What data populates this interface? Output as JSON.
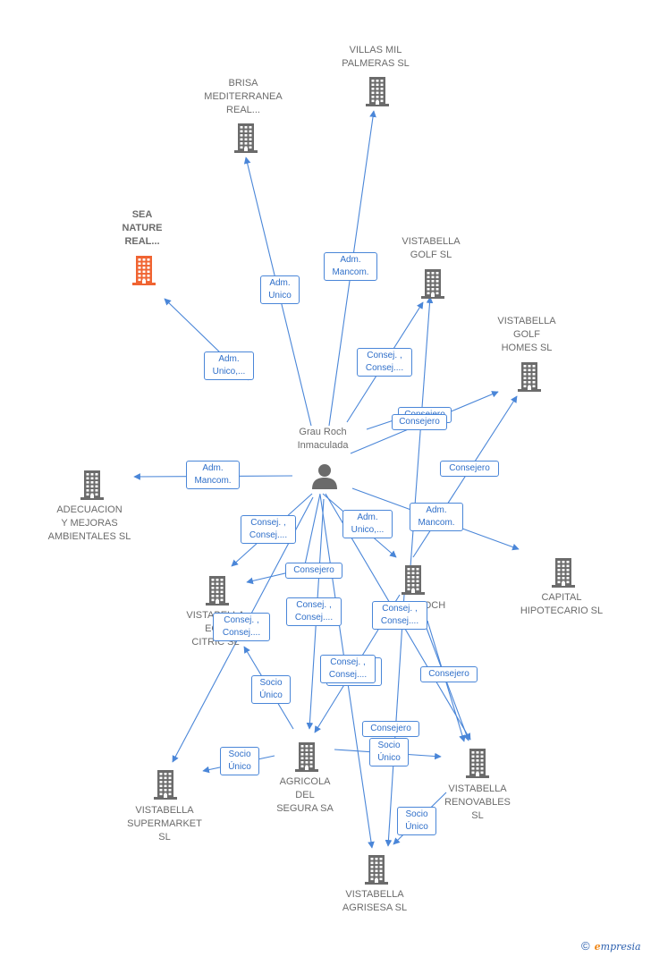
{
  "center": {
    "lines": [
      "Grau Roch",
      "Inmaculada"
    ]
  },
  "companies": [
    {
      "id": "villas",
      "lines": [
        "VILLAS MIL",
        "PALMERAS  SL"
      ]
    },
    {
      "id": "brisa",
      "lines": [
        "BRISA",
        "MEDITERRANEA",
        "REAL..."
      ]
    },
    {
      "id": "sea",
      "lines": [
        "SEA",
        "NATURE",
        "REAL..."
      ]
    },
    {
      "id": "vgolf",
      "lines": [
        "VISTABELLA",
        "GOLF  SL"
      ]
    },
    {
      "id": "vgolfhomes",
      "lines": [
        "VISTABELLA",
        "GOLF",
        "HOMES  SL"
      ]
    },
    {
      "id": "adecuacion",
      "lines": [
        "ADECUACION",
        "Y MEJORAS",
        "AMBIENTALES SL"
      ]
    },
    {
      "id": "capital",
      "lines": [
        "CAPITAL",
        "HIPOTECARIO SL"
      ]
    },
    {
      "id": "citric",
      "lines": [
        "VISTABELLA",
        "ECO",
        "CITRIC  SL"
      ]
    },
    {
      "id": "roch",
      "lines": [
        "ROCH"
      ]
    },
    {
      "id": "agricola",
      "lines": [
        "AGRICOLA",
        "DEL",
        "SEGURA SA"
      ]
    },
    {
      "id": "renovables",
      "lines": [
        "VISTABELLA",
        "RENOVABLES",
        "SL"
      ]
    },
    {
      "id": "supermarket",
      "lines": [
        "VISTABELLA",
        "SUPERMARKET",
        "SL"
      ]
    },
    {
      "id": "agrisesa",
      "lines": [
        "VISTABELLA",
        "AGRISESA  SL"
      ]
    }
  ],
  "relations": [
    {
      "id": "r1",
      "lines": [
        "Adm.",
        "Mancom."
      ]
    },
    {
      "id": "r2",
      "lines": [
        "Adm.",
        "Unico"
      ]
    },
    {
      "id": "r3",
      "lines": [
        "Adm.",
        "Unico,..."
      ]
    },
    {
      "id": "r4",
      "lines": [
        "Consej. ,",
        "Consej...."
      ]
    },
    {
      "id": "r5",
      "lines": [
        "Consej. ,",
        "Consej...."
      ]
    },
    {
      "id": "r6",
      "lines": [
        "Consejero"
      ]
    },
    {
      "id": "r7",
      "lines": [
        "Consejero"
      ]
    },
    {
      "id": "r8",
      "lines": [
        "Adm.",
        "Mancom."
      ]
    },
    {
      "id": "r9",
      "lines": [
        "Consej. ,",
        "Consej...."
      ]
    },
    {
      "id": "r10",
      "lines": [
        "Adm.",
        "Unico,..."
      ]
    },
    {
      "id": "r11",
      "lines": [
        "Adm.",
        "Mancom."
      ]
    },
    {
      "id": "r12",
      "lines": [
        "Consejero"
      ]
    },
    {
      "id": "r13",
      "lines": [
        "Consej. ,",
        "Consej...."
      ]
    },
    {
      "id": "r14",
      "lines": [
        "Consej. ,",
        "Consej...."
      ]
    },
    {
      "id": "r15",
      "lines": [
        "Consej. ,",
        "Consej...."
      ]
    },
    {
      "id": "r16",
      "lines": [
        "Consej. ,",
        "Consej...."
      ]
    },
    {
      "id": "r17",
      "lines": [
        "Socio",
        "Único"
      ]
    },
    {
      "id": "r18",
      "lines": [
        "Consejero"
      ]
    },
    {
      "id": "r19",
      "lines": [
        "Socio",
        "Único"
      ]
    },
    {
      "id": "r20",
      "lines": [
        "Consejero"
      ]
    },
    {
      "id": "r21",
      "lines": [
        "Socio",
        "Único"
      ]
    },
    {
      "id": "r22",
      "lines": [
        "Socio",
        "Único"
      ]
    }
  ],
  "colors": {
    "edge": "#4a86d8",
    "building": "#6b6b6b",
    "highlight": "#f06432"
  },
  "footer": {
    "copyright": "©",
    "brand_initial": "e",
    "brand_rest": "mpresia"
  }
}
